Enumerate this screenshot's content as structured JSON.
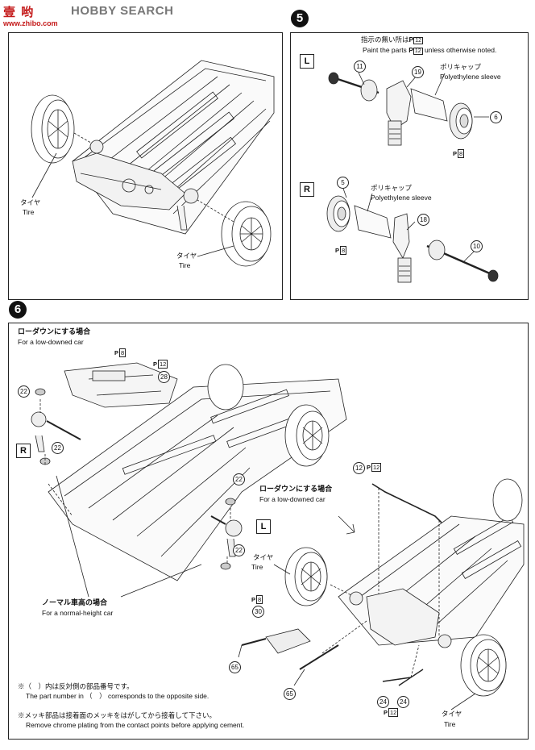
{
  "watermark": {
    "logo": "壹 哟",
    "text": "HOBBY SEARCH",
    "url": "www.zhibo.com"
  },
  "panel5": {
    "step": "5",
    "note_jp": "指示の無い所は",
    "note_jp_part": "P",
    "note_jp_part_no": "12",
    "note_en_pre": "Paint the parts",
    "note_en_part": "P",
    "note_en_part_no": "12",
    "note_en_post": "unless otherwise noted.",
    "left_box": "L",
    "right_box": "R",
    "sleeve_jp_top": "ポリキャップ",
    "sleeve_en_top": "Polyethylene sleeve",
    "sleeve_jp_bottom": "ポリキャップ",
    "sleeve_en_bottom": "Polyethylene sleeve",
    "parts_top": [
      "11",
      "19",
      "6"
    ],
    "parts_bottom": [
      "5",
      "18",
      "10"
    ],
    "ph_top": "8",
    "ph_bottom": "8"
  },
  "panel4": {
    "tire_jp_1": "タイヤ",
    "tire_en_1": "Tire",
    "tire_jp_2": "タイヤ",
    "tire_en_2": "Tire"
  },
  "panel6": {
    "step": "6",
    "lowdown_jp_1": "ローダウンにする場合",
    "lowdown_en_1": "For a low-downed car",
    "lowdown_jp_2": "ローダウンにする場合",
    "lowdown_en_2": "For a low-downed car",
    "normal_jp": "ノーマル車高の場合",
    "normal_en": "For a normal-height car",
    "tire_jp_1": "タイヤ",
    "tire_en_1": "Tire",
    "tire_jp_2": "タイヤ",
    "tire_en_2": "Tire",
    "r_box": "R",
    "l_box": "L",
    "parts": [
      "22",
      "22",
      "28",
      "22",
      "22",
      "12",
      "30",
      "65",
      "65",
      "24",
      "24"
    ],
    "ph_labels": [
      "8",
      "12",
      "12",
      "8",
      "12"
    ],
    "foot_note1_jp": "※（　）内は反対側の部品番号です。",
    "foot_note1_en": "The part number in （　） corresponds to the opposite side.",
    "foot_note2_jp": "※メッキ部品は接着面のメッキをはがしてから接着して下さい。",
    "foot_note2_en": "Remove chrome plating from the contact points before applying cement."
  }
}
